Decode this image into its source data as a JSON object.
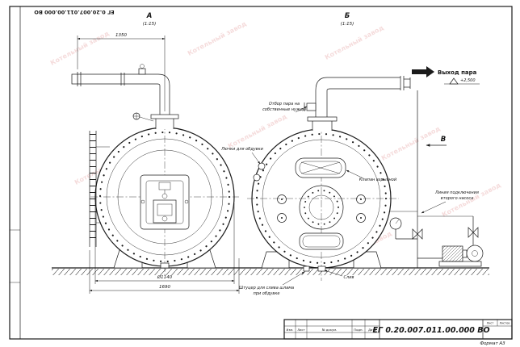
{
  "sheet": {
    "doc_number_top": "ЕГ 0.20.007.011.00.000 ВО",
    "format_label": "Формат А3",
    "watermark": "Котельный завод"
  },
  "views": {
    "a": {
      "label": "А",
      "scale": "(1:15)"
    },
    "b": {
      "label": "Б",
      "scale": "(1:15)"
    },
    "v_arrow": {
      "label": "В"
    }
  },
  "annotations": {
    "steam_out": "Выход пара",
    "elevation": "+2,500",
    "steam_tap_1": "Отбор пара на",
    "steam_tap_2": "собственные нужды",
    "blow_hatches": "Лючки для обдувки",
    "explosion_valve": "Клапан взрывной",
    "pump_line_1": "Линия подключения",
    "pump_line_2": "второго насоса",
    "sludge_1": "Штуцер для слива шлама",
    "sludge_2": "при обдувке",
    "drain": "Слив"
  },
  "dimensions": {
    "top_width": "1350",
    "shell_dia": "Ø1140",
    "base_width": "1690"
  },
  "titleblock": {
    "cols": [
      "Изм.",
      "Лист",
      "№ докум.",
      "Подп.",
      "Дата"
    ],
    "doc_number": "ЕГ 0.20.007.011.00.000 ВО",
    "sheet_label": "Лист",
    "sheets_label": "Листов"
  }
}
